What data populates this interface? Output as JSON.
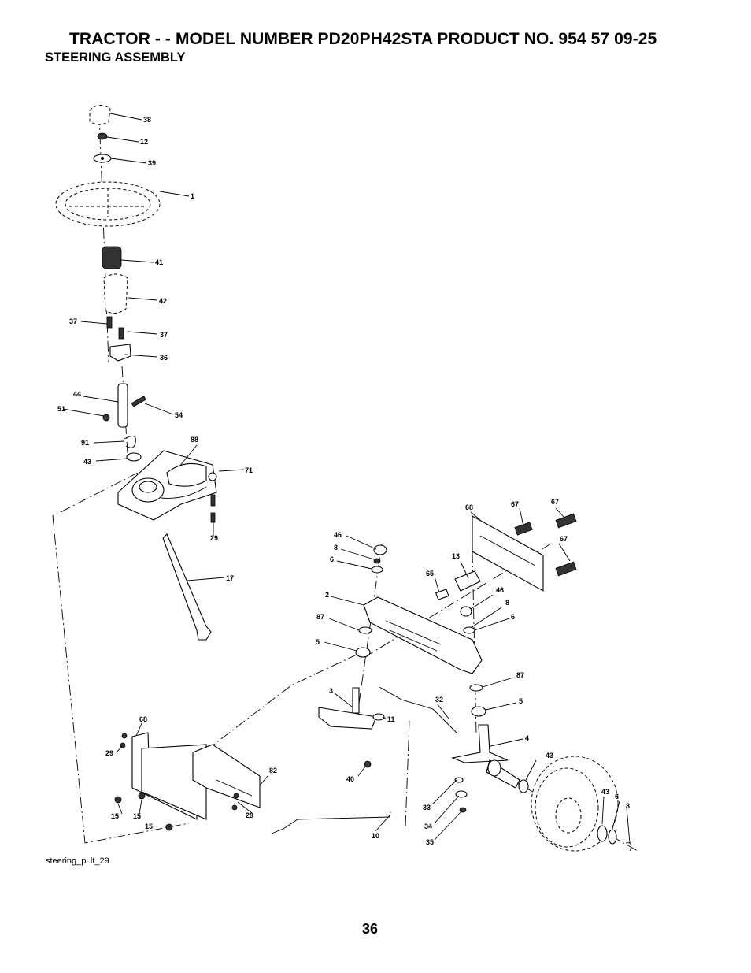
{
  "header": {
    "title": "TRACTOR - - MODEL NUMBER PD20PH42STA PRODUCT NO. 954 57 09-25",
    "subtitle": "STEERING ASSEMBLY"
  },
  "diagram": {
    "reference": "steering_pl.lt_29",
    "callouts": [
      "38",
      "12",
      "39",
      "1",
      "41",
      "42",
      "37",
      "37",
      "36",
      "44",
      "54",
      "51",
      "91",
      "88",
      "43",
      "71",
      "29",
      "17",
      "68",
      "67",
      "67",
      "67",
      "46",
      "8",
      "6",
      "13",
      "65",
      "46",
      "8",
      "6",
      "2",
      "87",
      "5",
      "87",
      "5",
      "4",
      "3",
      "32",
      "11",
      "40",
      "43",
      "43",
      "6",
      "8",
      "33",
      "34",
      "35",
      "68",
      "29",
      "82",
      "15",
      "15",
      "15",
      "29",
      "10"
    ]
  },
  "footer": {
    "page_number": "36"
  }
}
